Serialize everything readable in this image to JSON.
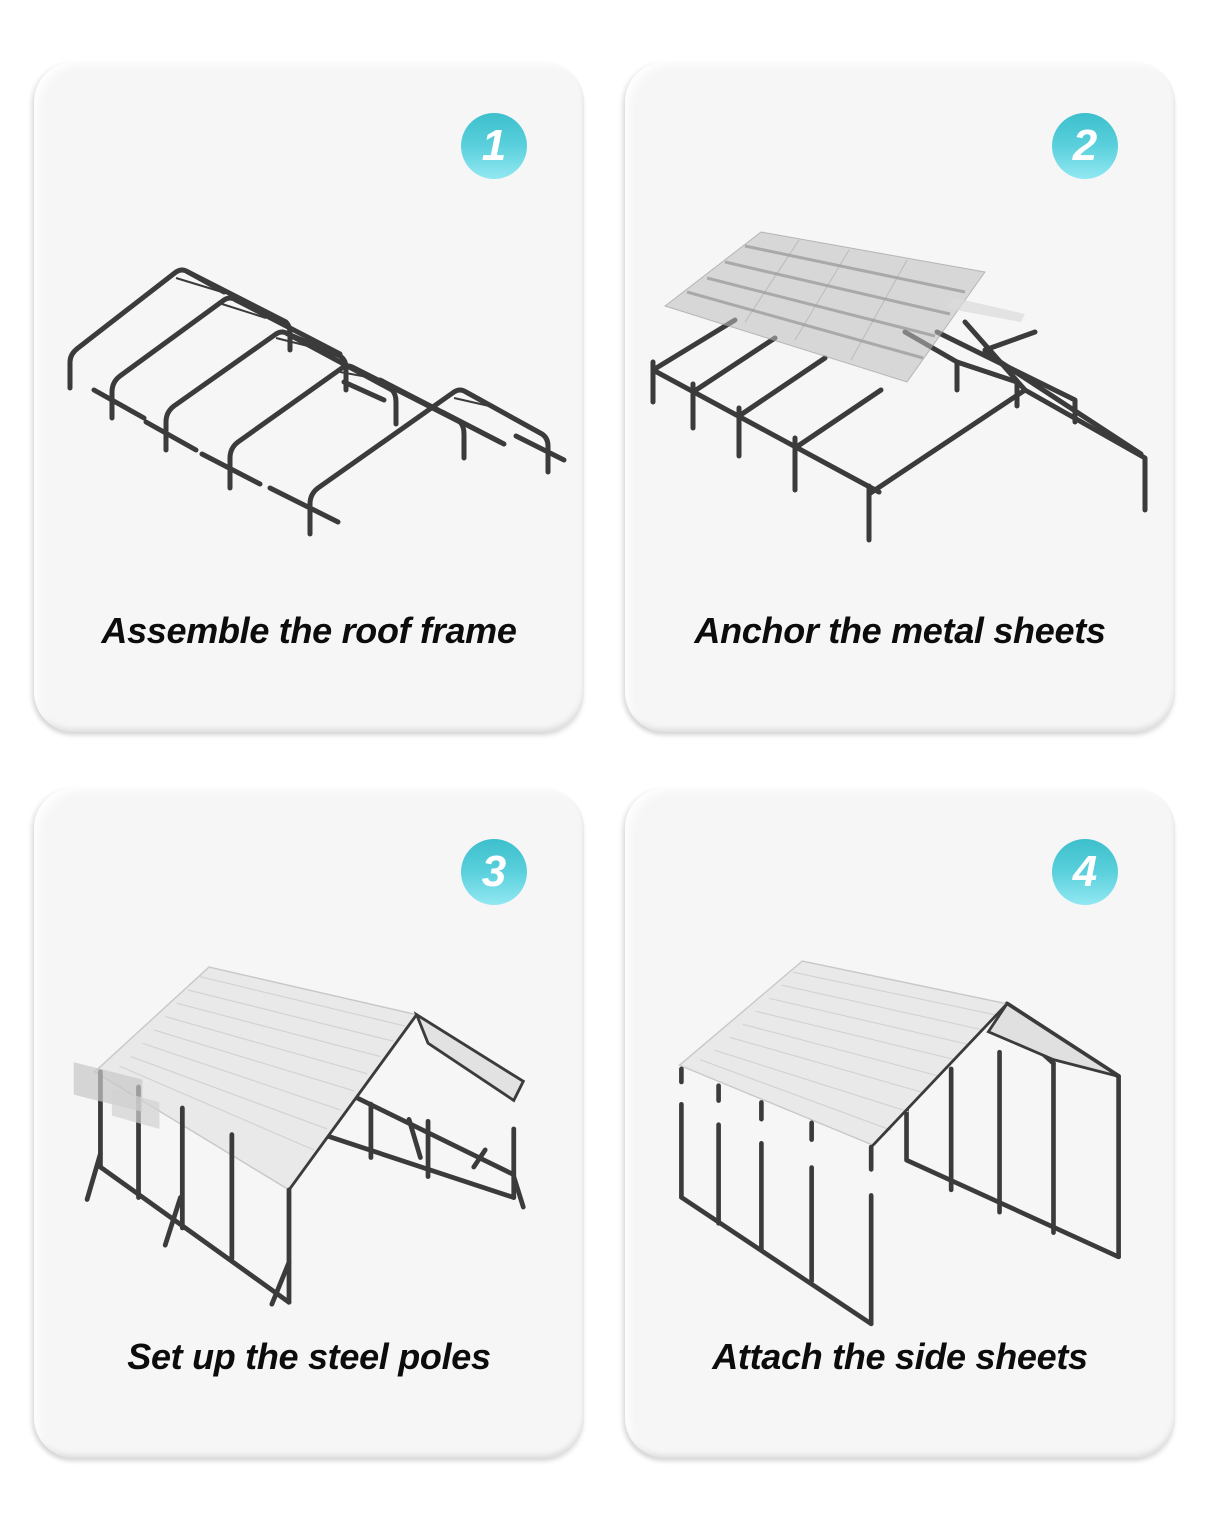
{
  "steps": [
    {
      "number": "1",
      "caption": "Assemble the roof frame",
      "illustration": "roof-frame-icon"
    },
    {
      "number": "2",
      "caption": "Anchor the metal sheets",
      "illustration": "metal-sheets-icon"
    },
    {
      "number": "3",
      "caption": "Set up the steel poles",
      "illustration": "steel-poles-icon"
    },
    {
      "number": "4",
      "caption": "Attach the side sheets",
      "illustration": "side-sheets-icon"
    }
  ],
  "colors": {
    "badge_top": "#3dbfcc",
    "badge_bottom": "#92e8f2",
    "frame": "#3b3b3b",
    "card_background": "#f6f6f6",
    "caption_text": "#0c0c0c"
  }
}
